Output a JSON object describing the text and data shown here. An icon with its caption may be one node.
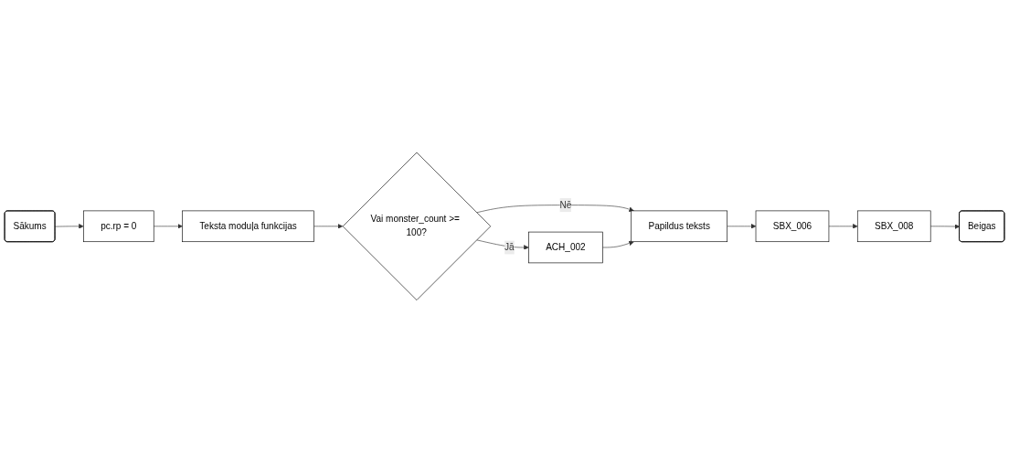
{
  "diagram": {
    "nodes": [
      {
        "text": [
          "Sākums"
        ]
      },
      {
        "text": [
          "pc.rp = 0"
        ]
      },
      {
        "text": [
          "Teksta moduļa funkcijas"
        ]
      },
      {
        "text": [
          "Vai monster_count >= 100?"
        ]
      },
      {
        "text": [
          "ACH_002"
        ]
      },
      {
        "text": [
          "Papildus teksts"
        ]
      },
      {
        "text": [
          "SBX_006"
        ]
      },
      {
        "text": [
          "SBX_008"
        ]
      },
      {
        "text": [
          "Beigas"
        ]
      }
    ],
    "edges": [
      {
        "from": 0,
        "to": 1,
        "arrow": "to"
      },
      {
        "from": 1,
        "to": 2,
        "arrow": "to"
      },
      {
        "from": 2,
        "to": 3,
        "arrow": "to"
      },
      {
        "from": 3,
        "to": 5,
        "arrow": "to",
        "label": "Nē"
      },
      {
        "from": 3,
        "to": 4,
        "arrow": "to",
        "label": "Jā"
      },
      {
        "from": 4,
        "to": 5,
        "arrow": "to"
      },
      {
        "from": 5,
        "to": 6,
        "arrow": "to"
      },
      {
        "from": 6,
        "to": 7,
        "arrow": "to"
      },
      {
        "from": 7,
        "to": 8,
        "arrow": "to"
      }
    ]
  }
}
